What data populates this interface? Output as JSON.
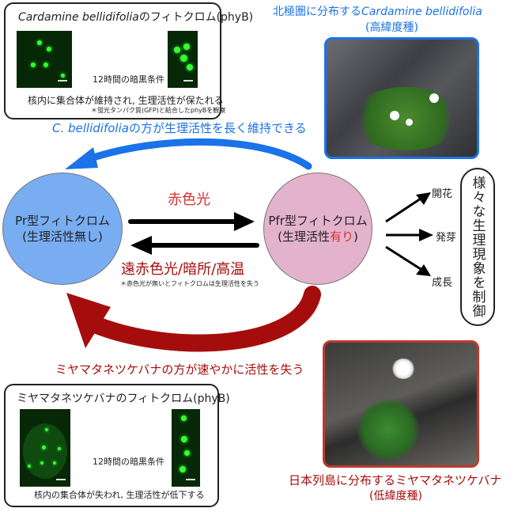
{
  "top_panel": {
    "title_italic": "Cardamine bellidifolia",
    "title_rest": "のフィトクロム(phyB)",
    "condition": "12時間の暗黒条件",
    "result": "核内に集合体が維持され, 生理活性が保たれる",
    "note": "＊蛍光タンパク質(GFP)と結合したphyBを観察"
  },
  "top_photo": {
    "caption_prefix": "北極圏に分布する",
    "caption_italic": "Cardamine bellidifolia",
    "caption_sub": "(高緯度種)"
  },
  "blue_caption": {
    "italic": "C. bellidifolia",
    "rest": "の方が生理活性を長く維持できる"
  },
  "pr_circle": {
    "line1": "Pr型フィトクロム",
    "line2": "(生理活性無し)"
  },
  "pfr_circle": {
    "line1": "Pfr型フィトクロム",
    "line2_a": "(生理活性",
    "line2_red": "有り",
    "line2_b": ")"
  },
  "red_light_label": "赤色光",
  "far_red_label": "遠赤色光/暗所/高温",
  "far_red_note": "＊赤色光が無いとフィトクロムは生理活性を失う",
  "outcomes": [
    "開花",
    "発芽",
    "成長"
  ],
  "control_label": "様々な生理現象を制御",
  "red_caption": "ミヤマタネツケバナの方が速やかに活性を失う",
  "bottom_panel": {
    "title": "ミヤマタネツケバナのフィトクロム(phyB)",
    "condition": "12時間の暗黒条件",
    "result": "核内の集合体が失われ, 生理活性が低下する"
  },
  "bottom_photo": {
    "caption": "日本列島に分布するミヤマタネツケバナ",
    "caption_sub": "(低緯度種)"
  },
  "colors": {
    "blue": "#1a73e8",
    "dark_red": "#a50d0d",
    "pr_fill": "#79adf2",
    "pfr_fill": "#e3b2cc",
    "red_text": "#d93030"
  }
}
